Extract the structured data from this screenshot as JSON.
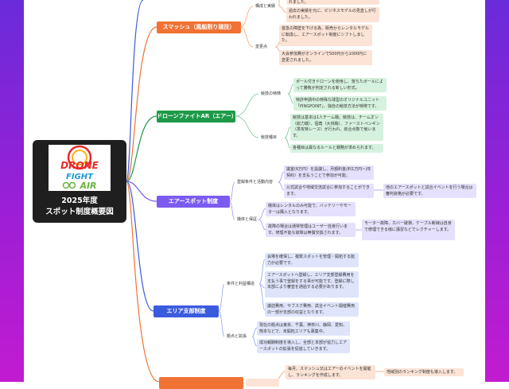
{
  "root": {
    "title_line1": "2025年度",
    "title_line2": "スポット制度概要図",
    "logo_text": [
      "DRONE",
      "FIGHT",
      "AIR"
    ]
  },
  "smash": {
    "label": "スマッシュ（風船割り競技）",
    "sub_history": "構成と実績",
    "sub_changes": "変更点",
    "history_items": [
      "れました。",
      "過去の実績を元に、ビジネスモデルの見直しが行われました。"
    ],
    "change_items": [
      "首急の障壁を下げる為、販売からレンタルモデルに転換し、エアースポット制度にシフトしました。",
      "大会参加費がオンラインで500円から1000円に変更されました。"
    ]
  },
  "fightair": {
    "label": "ドローンファイトAR（エアー）",
    "sub_features": "競技の特徴",
    "sub_overview": "競技種目",
    "feature_items": [
      "ポール付きドローンを使用し、落ちたボールによって勝敗が判定される新しい形式。",
      "特許申請中の特殊な球型のオリジナルユニット「PINGPOINT」、独自の競技方法が特徴です。"
    ],
    "overview_items": [
      "競技は基本は1人チーム戦。競技は、チームオン（総力戦）、個角（大将戦）、ファーストペンギン（準攻特レース）が行われ、総合点数で競います。",
      "各種目は異なるルールと戦略が求められます。"
    ]
  },
  "airspot": {
    "label": "エアースポット制度",
    "sub_conditions": "登録条件と活動内容",
    "sub_equipment": "機体と保証",
    "condition_items": [
      "議室(6万円）を設議し、月額料金(料1万円~(年契約）を支払うことで参加が可能。",
      "公式試合や地域交流試合に参加することができます。"
    ],
    "condition_note": "他のエアースポットと試合イベントを行う場合は審判資格が必要です。",
    "equipment_items": [
      "機体はレンタルのみ可能で、バッテリーやモーターは購入となります。",
      "故障の場合は通常管理はユーザー自身行います。修理不能な故障は無償交換されます。"
    ],
    "equipment_note": "モーター故障、カバー破損、ケーブル断線は自身で修理できる様に講習などでレクチャーします。"
  },
  "area": {
    "label": "エリア支部制度",
    "sub_conditions": "条件と利益構造",
    "sub_status": "拠点と拡張",
    "condition_items": [
      "会場を確保し、複数スポットを管理・開拓する能力が必要です。",
      "エアースポットへ登録し、エリア支部登録費用を支払う事で登録をする事が可能です。登録に際し本部により審査を通過する必要があります。",
      "議詰費用、サブスク費用、試合イベント開催費用の一部が支部の収益となります。"
    ],
    "status_items": [
      "現在の拠点は東京、千葉、神奈川、静岡、愛知、熊本などで、未開拓エリアも募集中。",
      "成功報酬制度を導入し、全部と本部が協力しエアースポットの拡張を促進していきます。"
    ]
  },
  "bottom": {
    "item": "毎月、スマッシュ又はエアーのイベントを開催し、ランキングを作成します。",
    "note": "地域別のランキング制度も導入します。"
  },
  "colors": {
    "orange": "#f07234",
    "green": "#1c9a48",
    "purple": "#7b5bf0",
    "blue": "#3b5bde",
    "sidebar": "#8a22d8"
  }
}
